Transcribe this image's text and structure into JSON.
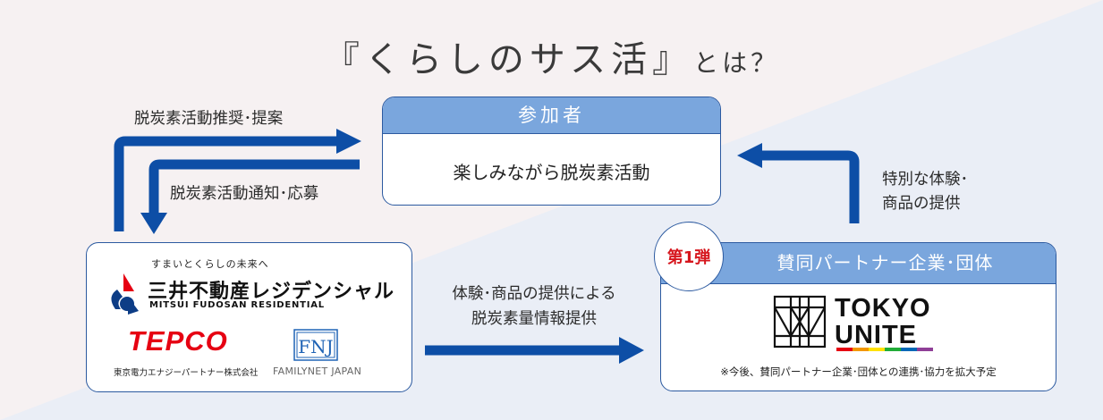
{
  "title": {
    "main": "『くらしのサス活』",
    "suffix": "とは？"
  },
  "participants": {
    "header": "参加者",
    "body": "楽しみながら脱炭素活動"
  },
  "labels": {
    "recommend": "脱炭素活動推奨･提案",
    "notice": "脱炭素活動通知･応募",
    "experience_line1": "特別な体験･",
    "experience_line2": "商品の提供",
    "info_line1": "体験･商品の提供による",
    "info_line2": "脱炭素量情報提供"
  },
  "developer": {
    "tagline": "すまいとくらしの未来へ",
    "name_jp": "三井不動産レジデンシャル",
    "name_en": "MITSUI FUDOSAN RESIDENTIAL",
    "tepco_logo": "TEPCO",
    "tepco_sub": "東京電力エナジーパートナー株式会社",
    "fnj_logo": "FNJ",
    "fnj_sub": "FAMILYNET JAPAN"
  },
  "partners": {
    "badge": "第1弾",
    "header": "賛同パートナー企業･団体",
    "logo_line1": "TOKYO",
    "logo_line2": "UNITE",
    "note": "※今後、賛同パートナー企業･団体との連携･協力を拡大予定"
  },
  "colors": {
    "arrow": "#0d4ea6",
    "card_border": "#2c5aa0",
    "card_header": "#7aa6dd",
    "badge_text": "#d6161d",
    "tepco": "#e60012",
    "bg_pink": "#f6f1f2",
    "bg_blue": "#eaeef6"
  }
}
